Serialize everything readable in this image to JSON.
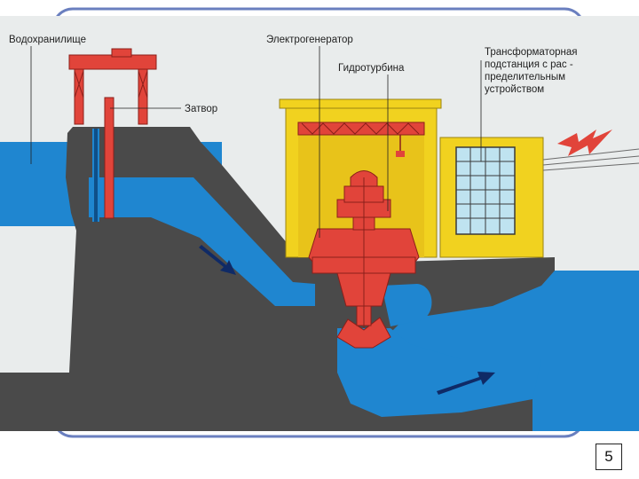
{
  "labels": {
    "reservoir": "Водохранилище",
    "gate": "Затвор",
    "generator": "Электрогенератор",
    "turbine": "Гидротурбина",
    "substation_line1": "Трансформаторная",
    "substation_line2": "подстанция с рас -",
    "substation_line3": "пределительным",
    "substation_line4": "устройством"
  },
  "page_number": "5",
  "colors": {
    "water": "#1f86d0",
    "dam": "#4a4a4a",
    "building": "#f1d21f",
    "turbine": "#e1443a",
    "sky": "#e9ecec",
    "frame": "#6a7fbf",
    "window": "#bfe3f0"
  },
  "icons": [
    "lightning-icon",
    "flow-arrow-icon"
  ]
}
